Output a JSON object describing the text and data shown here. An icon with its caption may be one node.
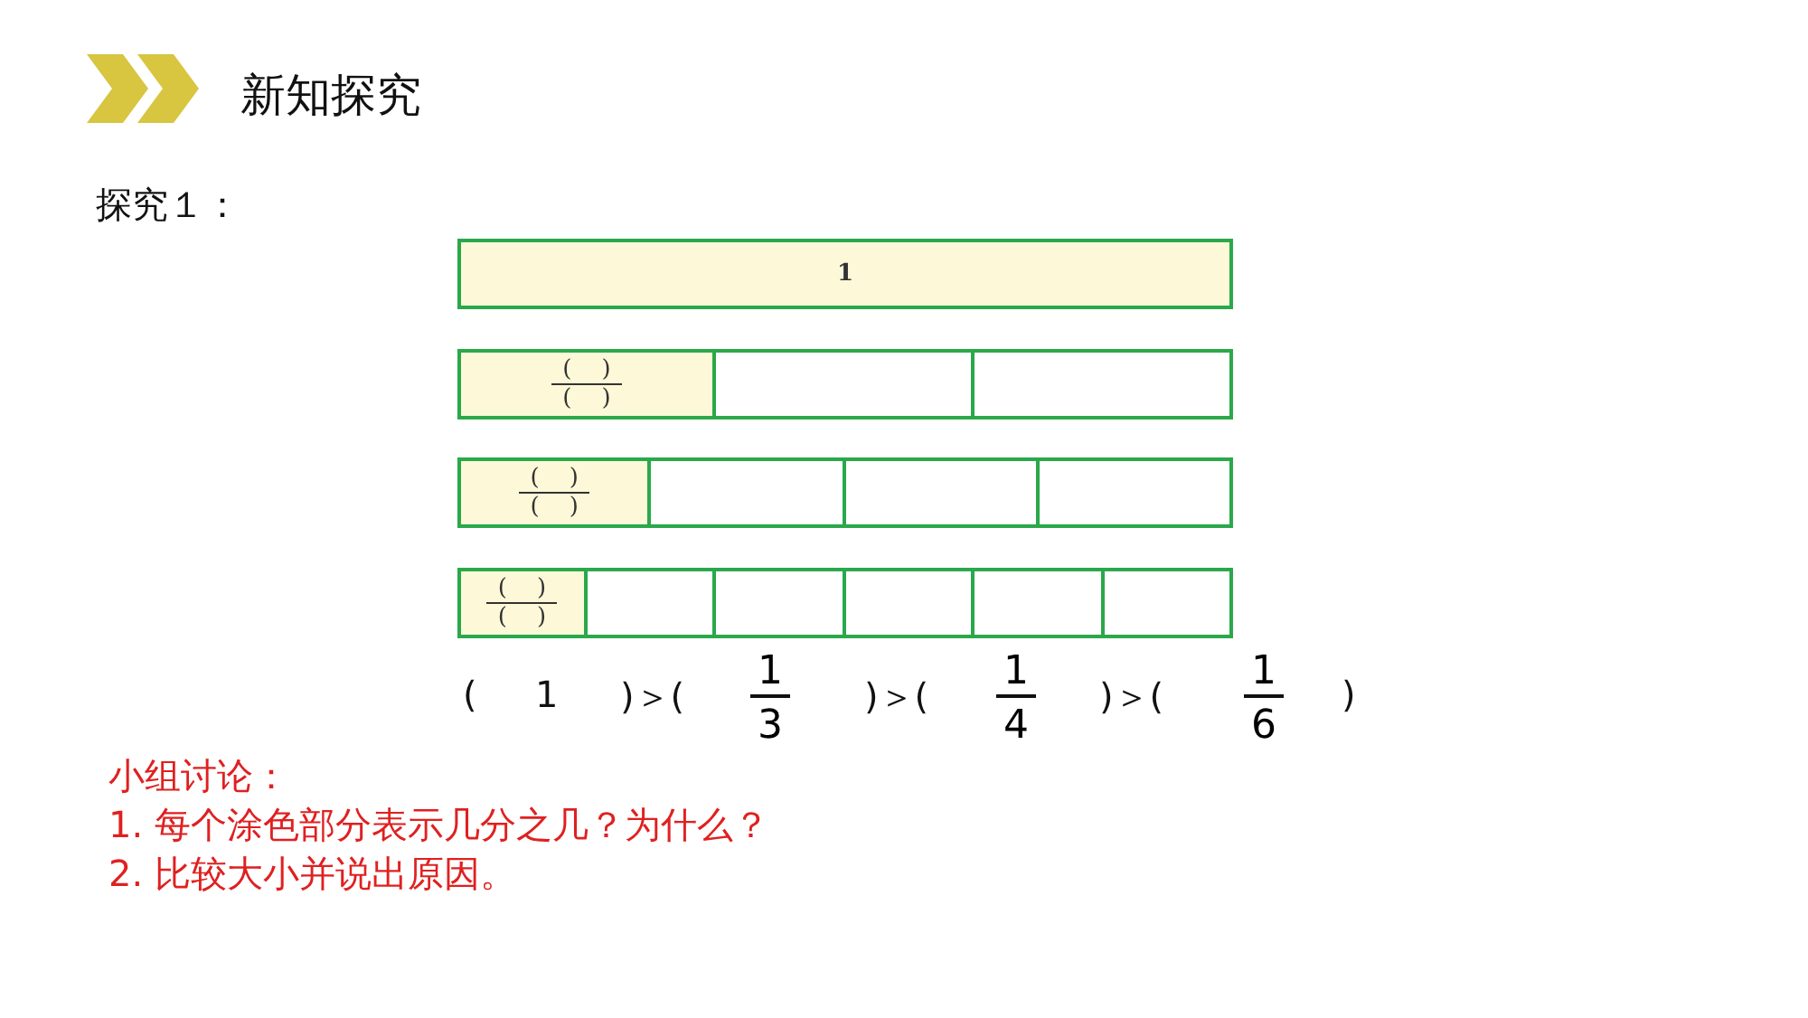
{
  "diagram": {
    "title": "新知探究",
    "nodes": [
      {
        "text": [
          "1"
        ]
      },
      {
        "text": [
          "(    )",
          "(    )"
        ]
      },
      {
        "text": [],
        "shape": "box"
      },
      {
        "text": [],
        "shape": "box"
      },
      {
        "text": [
          "(    )",
          "(    )"
        ]
      },
      {
        "text": [],
        "shape": "box"
      },
      {
        "text": [],
        "shape": "box"
      },
      {
        "text": [],
        "shape": "box"
      },
      {
        "text": [
          "(    )",
          "(    )"
        ]
      },
      {
        "text": [],
        "shape": "box"
      },
      {
        "text": [],
        "shape": "box"
      },
      {
        "text": [],
        "shape": "box"
      },
      {
        "text": [],
        "shape": "box"
      },
      {
        "text": [],
        "shape": "box"
      }
    ],
    "labels": [
      "探究１：",
      "(",
      "1",
      ")＞(",
      "1",
      "3",
      ")＞(",
      "1",
      "4",
      ")＞(",
      "1",
      "6",
      ")",
      "小组讨论：",
      "1. 每个涂色部分表示几分之几？为什么？",
      "2. 比较大小并说出原因。"
    ]
  }
}
